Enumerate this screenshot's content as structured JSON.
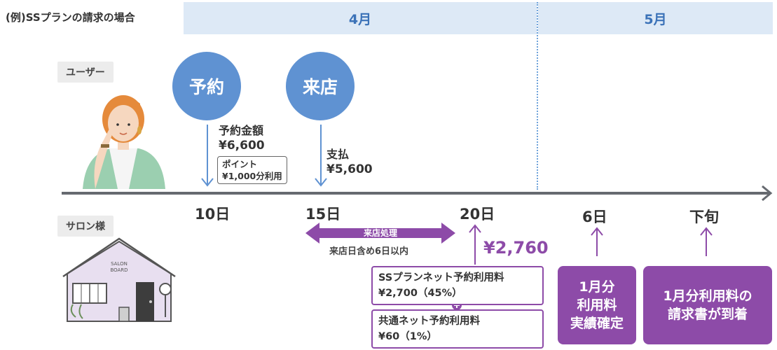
{
  "caption": "(例)SSプランの請求の場合",
  "months": {
    "april": "4月",
    "may": "5月"
  },
  "tags": {
    "user": "ユーザー",
    "salon": "サロン様"
  },
  "circles": {
    "reserve": "予約",
    "visit": "来店"
  },
  "user_notes": {
    "reserve_amount_label": "予約金額",
    "reserve_amount": "¥6,600",
    "point_line1": "ポイント",
    "point_line2": "¥1,000分利用",
    "payment_label": "支払",
    "payment_amount": "¥5,600"
  },
  "days": {
    "d10": "10日",
    "d15": "15日",
    "d20": "20日",
    "d6": "6日",
    "late": "下旬"
  },
  "visit_process": {
    "label": "来店処理",
    "note": "来店日含め6日以内"
  },
  "fee_total": "¥2,760",
  "fees": {
    "ss_label": "SSプランネット予約利用料",
    "ss_amount": "¥2,700（45%）",
    "common_label": "共通ネット予約利用料",
    "common_amount": "¥60（1%）"
  },
  "boxes": {
    "confirm_l1": "1月分",
    "confirm_l2": "利用料",
    "confirm_l3": "実績確定",
    "invoice_l1": "1月分利用料の",
    "invoice_l2": "請求書が到着"
  },
  "salon_sign": {
    "l1": "SALON",
    "l2": "BOARD"
  },
  "colors": {
    "blue": "#5f92d2",
    "purple": "#8d4ba8",
    "band": "#dde9f6",
    "timeline": "#666a70"
  }
}
